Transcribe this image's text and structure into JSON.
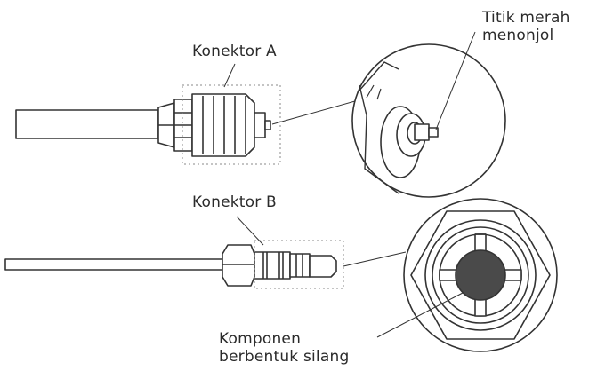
{
  "labels": {
    "connector_a": "Konektor A",
    "connector_b": "Konektor B",
    "red_dot": [
      "Titik merah",
      "menonjol"
    ],
    "cross_component": [
      "Komponen",
      "berbentuk silang"
    ]
  },
  "colors": {
    "line": "#333333",
    "dot": "#4a4a4a",
    "dashed_box": "#888888"
  }
}
